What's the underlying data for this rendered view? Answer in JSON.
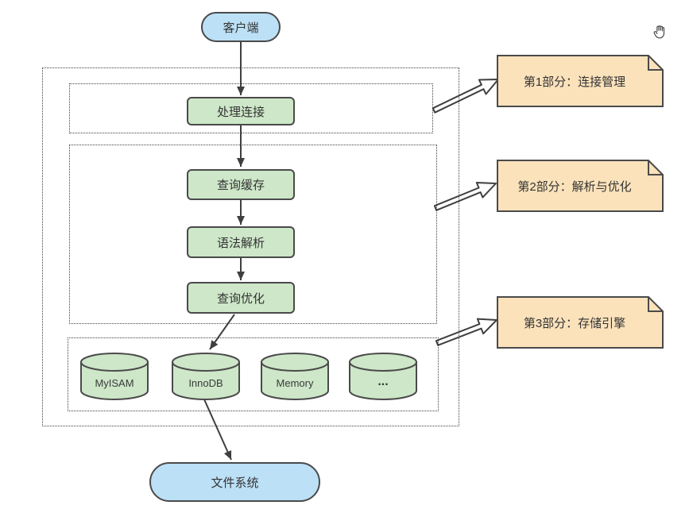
{
  "colors": {
    "node-green": "#cde7c8",
    "node-blue": "#bce0f6",
    "note-fill": "#fbe2bb",
    "outline-dark": "#4a4a4a",
    "arrow": "#3f3f3f",
    "canvas-bg": "#ffffff",
    "text": "#333333"
  },
  "diagram": {
    "client_label": "客户端",
    "steps": {
      "handle_connection": "处理连接",
      "query_cache": "查询缓存",
      "syntax_parser": "语法解析",
      "query_optimizer": "查询优化"
    },
    "engines": [
      "MyISAM",
      "InnoDB",
      "Memory",
      "..."
    ],
    "file_system_label": "文件系统",
    "notes": [
      {
        "label": "第1部分：连接管理"
      },
      {
        "label": "第2部分：解析与优化"
      },
      {
        "label": "第3部分：存储引擎"
      }
    ]
  },
  "icons": {
    "cursor": "hand-grab-cursor"
  }
}
